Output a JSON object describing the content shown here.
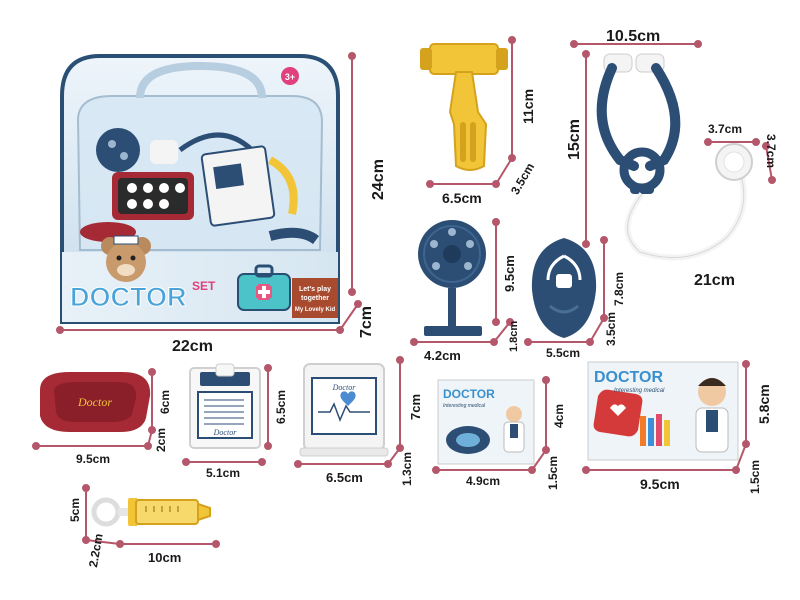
{
  "colors": {
    "dimension_line": "#b5576a",
    "package_border": "#2a4f74",
    "package_bg": "#dbe9f3",
    "navy_part": "#2c4e75",
    "yellow_part": "#f2c438",
    "red_tray": "#a52a35",
    "white_part": "#f4f4f4"
  },
  "package": {
    "brand_word": "DOCTOR",
    "set_word": "SET",
    "slogan_line1": "Let's play",
    "slogan_line2": "together",
    "slogan_line3": "My Lovely Kid",
    "age_badge": "3+",
    "width_label": "22cm",
    "height_label": "24cm",
    "depth_label": "7cm"
  },
  "items": {
    "hammer": {
      "width_label": "6.5cm",
      "height_label": "11cm",
      "depth_label": "3.5cm"
    },
    "stethoscope": {
      "width_label": "10.5cm",
      "height_label": "15cm",
      "tube_label": "21cm",
      "chest_w_label": "3.7cm",
      "chest_h_label": "3.7cm"
    },
    "reflector": {
      "width_label": "4.2cm",
      "height_label": "9.5cm",
      "depth_label": "1.8cm"
    },
    "otoscope": {
      "width_label": "5.5cm",
      "height_label": "7.8cm",
      "depth_label": "3.5cm"
    },
    "tray": {
      "logo": "Doctor",
      "width_label": "9.5cm",
      "height_label": "6cm",
      "depth_label": "2cm"
    },
    "clipboard": {
      "logo": "Doctor",
      "width_label": "5.1cm",
      "height_label": "6.5cm"
    },
    "monitor": {
      "logo": "Doctor",
      "width_label": "6.5cm",
      "height_label": "7cm",
      "depth_label": "1.3cm"
    },
    "card_small": {
      "title": "DOCTOR",
      "subtitle": "Interesting medical",
      "width_label": "4.9cm",
      "height_label": "4cm",
      "depth_label": "1.5cm"
    },
    "card_large": {
      "title": "DOCTOR",
      "subtitle": "Interesting medical",
      "width_label": "9.5cm",
      "height_label": "5.8cm",
      "depth_label": "1.5cm"
    },
    "syringe": {
      "width_label": "10cm",
      "height_label": "5cm",
      "depth_label": "2.2cm"
    }
  }
}
